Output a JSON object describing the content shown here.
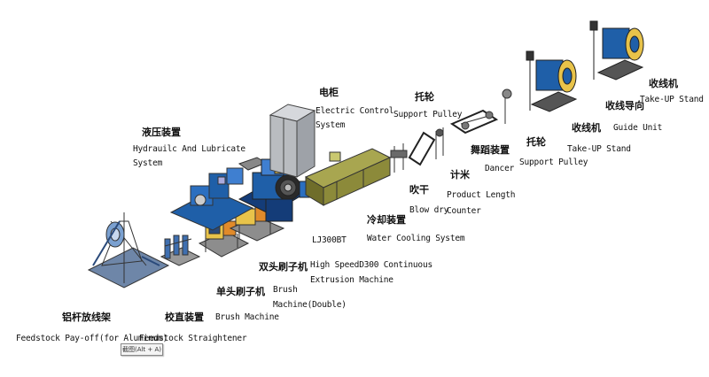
{
  "labels": {
    "payoff_cn": "铝杆放线架",
    "payoff_en": "Feedstock Pay-off(for Aluminum)",
    "straightener_cn": "校直装置",
    "straightener_en": "Feedstock Straightener",
    "brush_single_cn": "单头刷子机",
    "brush_single_en": "Brush Machine",
    "brush_double_cn": "双头刷子机",
    "brush_double_en_1": "Brush",
    "brush_double_en_2": "Machine(Double)",
    "hydraulic_cn": "液压装置",
    "hydraulic_en_1": "Hydrauilc And Lubricate",
    "hydraulic_en_2": "System",
    "extruder_model": "LJ300BT",
    "extruder_en_1": "High SpeedD300 Continuous",
    "extruder_en_2": "Extrusion Machine",
    "cabinet_cn": "电柜",
    "cabinet_en_1": "Electric Control",
    "cabinet_en_2": "System",
    "cooling_cn": "冷却装置",
    "cooling_en": "Water Cooling System",
    "blowdry_cn": "吹干",
    "blowdry_en": "Blow dry",
    "pulley1_cn": "托轮",
    "pulley1_en": "Support Pulley",
    "counter_cn": "计米",
    "counter_en_1": "Product Length",
    "counter_en_2": "Counter",
    "dancer_cn": "舞蹈装置",
    "dancer_en": "Dancer",
    "pulley2_cn": "托轮",
    "pulley2_en": "Support Pulley",
    "takeup1_cn": "收线机",
    "takeup1_en": "Take-UP Stand",
    "guide_cn": "收线导向",
    "guide_en": "Guide Unit",
    "takeup2_cn": "收线机",
    "takeup2_en": "Take-UP Stand"
  },
  "tooltip": "截图(Alt + A)",
  "colors": {
    "machine_blue": "#1f5fa8",
    "machine_dark_blue": "#143c78",
    "cooling_olive": "#8c8a3a",
    "cabinet_grey": "#b9bcc0",
    "brush_yellow": "#e8c34a",
    "frame_grey": "#707070"
  }
}
